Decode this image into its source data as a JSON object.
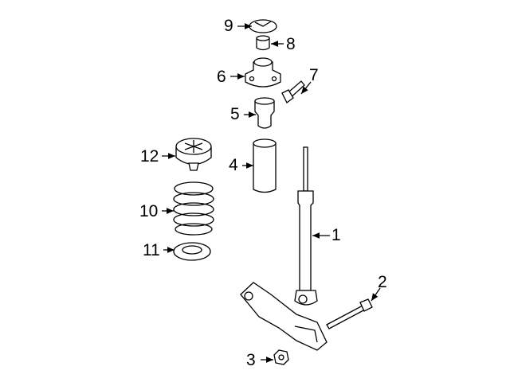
{
  "callouts": [
    {
      "id": "9",
      "label": "9"
    },
    {
      "id": "8",
      "label": "8"
    },
    {
      "id": "6",
      "label": "6"
    },
    {
      "id": "7",
      "label": "7"
    },
    {
      "id": "5",
      "label": "5"
    },
    {
      "id": "4",
      "label": "4"
    },
    {
      "id": "12",
      "label": "12"
    },
    {
      "id": "10",
      "label": "10"
    },
    {
      "id": "11",
      "label": "11"
    },
    {
      "id": "1",
      "label": "1"
    },
    {
      "id": "2",
      "label": "2"
    },
    {
      "id": "3",
      "label": "3"
    }
  ]
}
